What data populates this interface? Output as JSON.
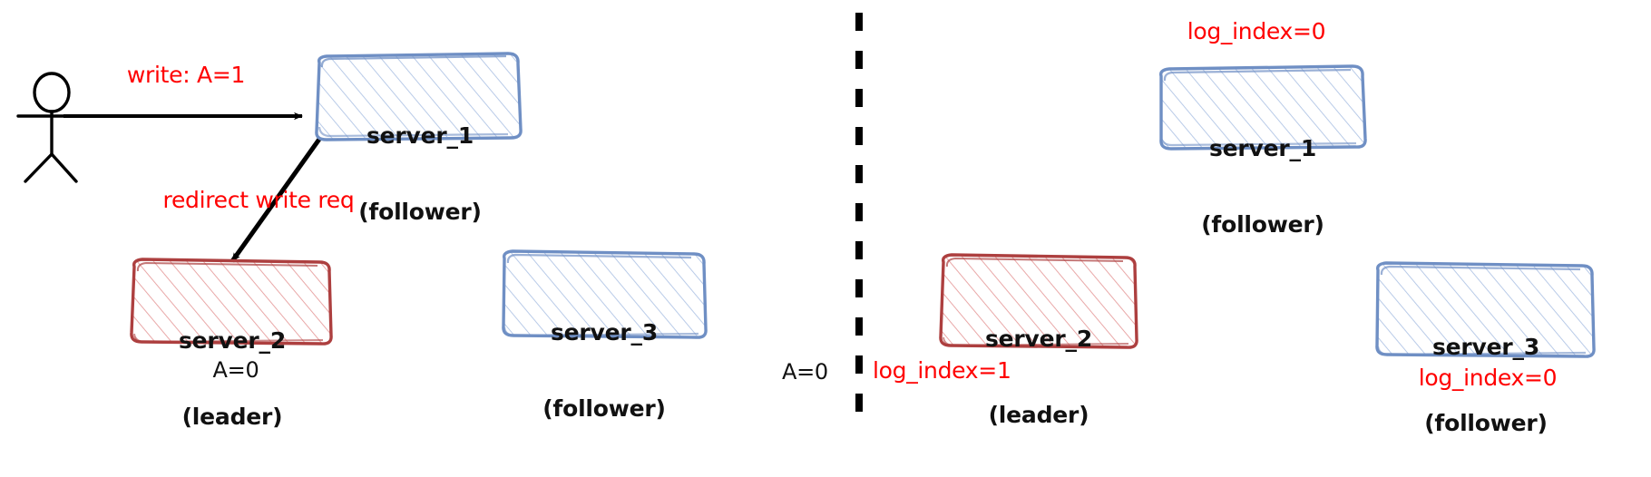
{
  "figure": {
    "kind": "hand-drawn-diagram",
    "title_text": "",
    "panels": [
      {
        "name": "left-panel",
        "divider": "dashed-vertical-line"
      },
      {
        "name": "right-panel",
        "divider": null
      }
    ],
    "colors": {
      "follower_stroke": "#6f8fc4",
      "follower_hatch": "#b9cbe8",
      "leader_stroke": "#ad3f3f",
      "leader_hatch": "#e8a9a9",
      "annotation_red": "#ff0000",
      "text_black": "#111111",
      "arrow_black": "#000000",
      "divider_black": "#000000",
      "background": "#ffffff"
    }
  },
  "left_panel": {
    "actor": {
      "icon": "stick-figure-icon",
      "label": ""
    },
    "arrows": [
      {
        "name": "write-request-arrow",
        "label": "write: A=1",
        "color": "#ff0000"
      },
      {
        "name": "redirect-write-arrow",
        "label": "redirect write req",
        "color": "#ff0000"
      }
    ],
    "nodes": [
      {
        "id": "server_1",
        "line1": "server_1",
        "line2": "(follower)",
        "role": "follower"
      },
      {
        "id": "server_2",
        "line1": "server_2",
        "line2": "(leader)",
        "role": "leader"
      },
      {
        "id": "server_3",
        "line1": "server_3",
        "line2": "(follower)",
        "role": "follower"
      }
    ],
    "annotations": [
      {
        "name": "server2-value-label",
        "text": "A=0",
        "color": "black"
      }
    ]
  },
  "right_panel": {
    "nodes": [
      {
        "id": "server_1",
        "line1": "server_1",
        "line2": "(follower)",
        "role": "follower"
      },
      {
        "id": "server_2",
        "line1": "server_2",
        "line2": "(leader)",
        "role": "leader"
      },
      {
        "id": "server_3",
        "line1": "server_3",
        "line2": "(follower)",
        "role": "follower"
      }
    ],
    "annotations": [
      {
        "name": "server1-log-index-label",
        "text": "log_index=0",
        "color": "red"
      },
      {
        "name": "server2-value-label",
        "text": "A=0",
        "color": "black"
      },
      {
        "name": "server2-log-index-label",
        "text": "log_index=1",
        "color": "red"
      },
      {
        "name": "server3-log-index-label",
        "text": "log_index=0",
        "color": "red"
      }
    ]
  }
}
